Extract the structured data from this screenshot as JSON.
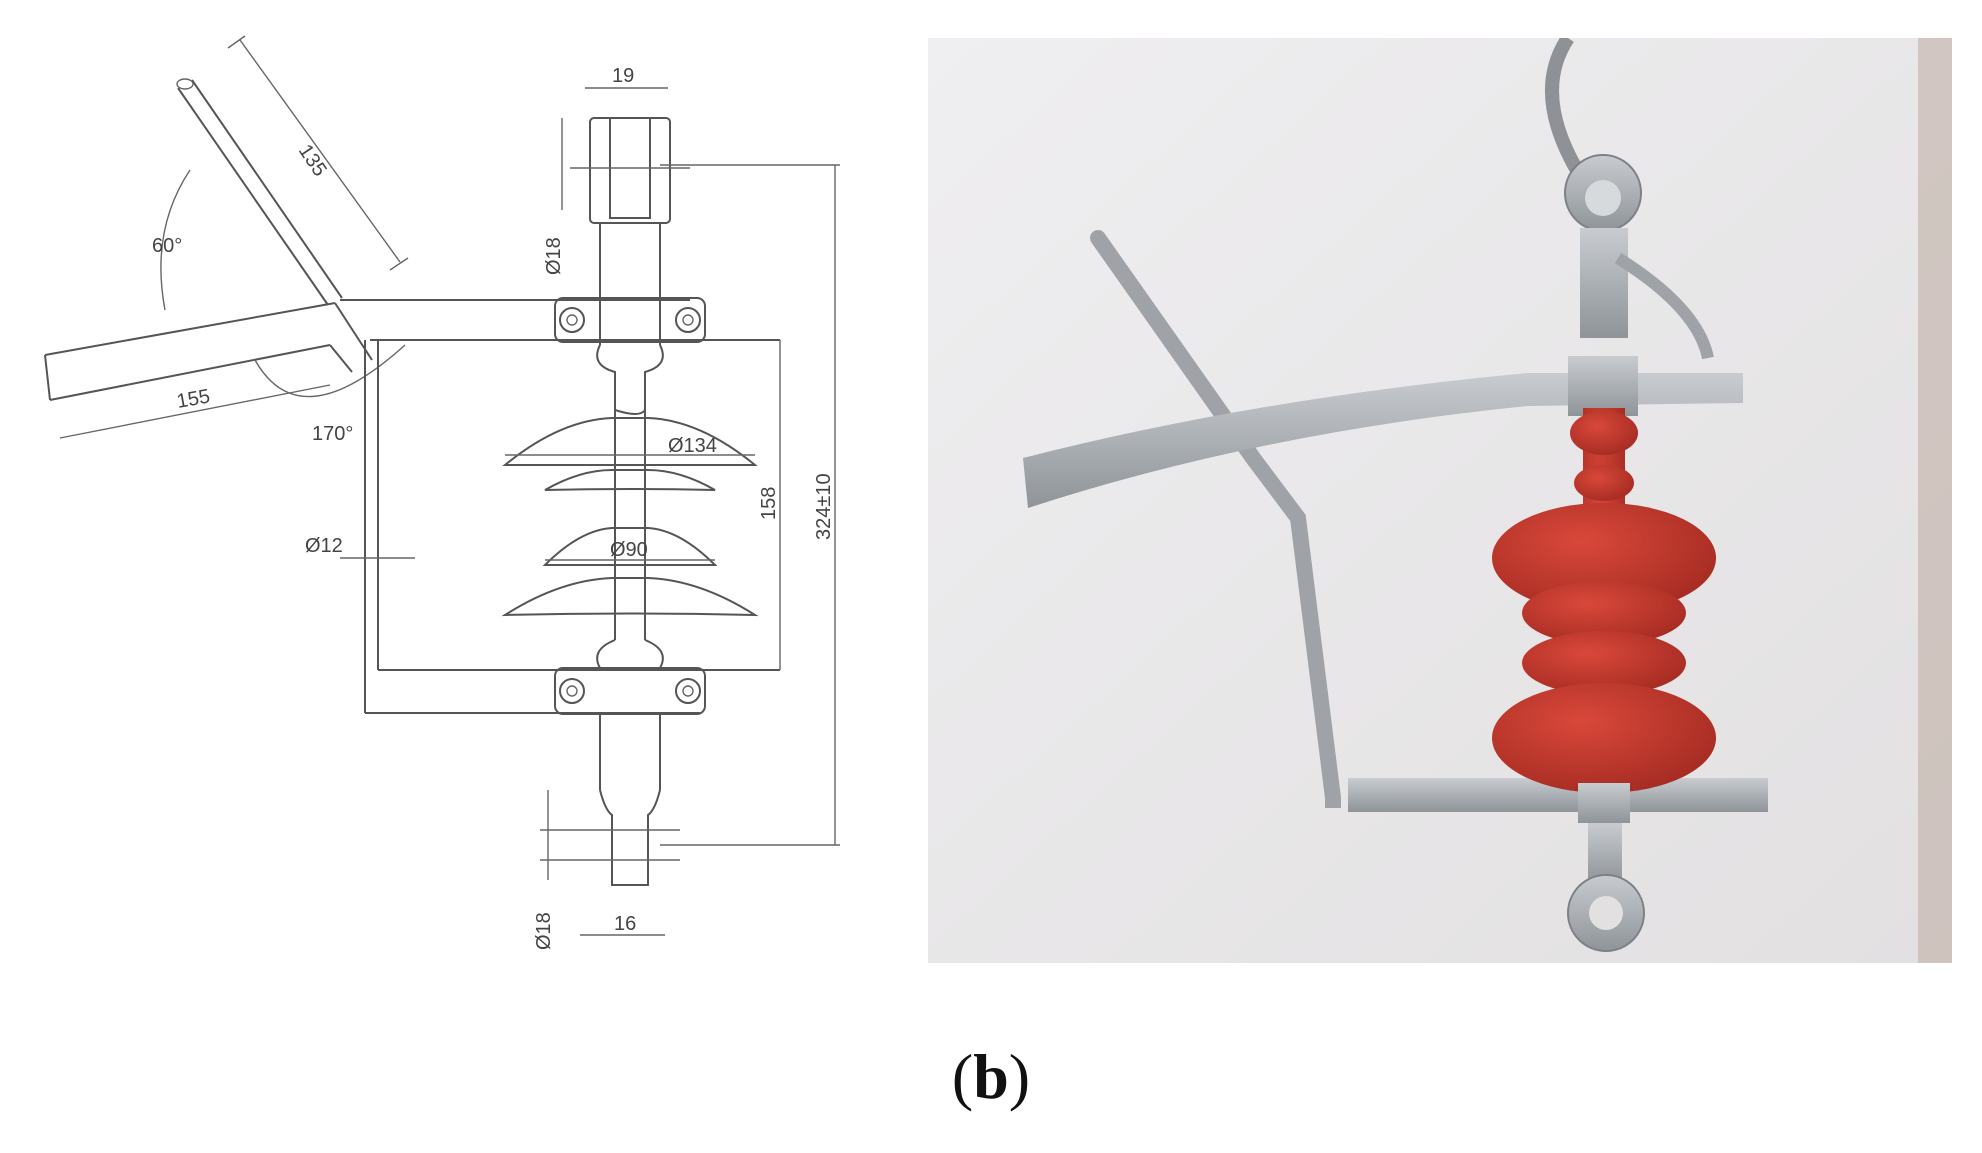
{
  "drawing": {
    "dimensions": {
      "top_clevis_width": "19",
      "arm_length": "135",
      "angle_upper": "60°",
      "arm_base_length": "155",
      "angle_lower": "170°",
      "pin_dia_top": "Ø18",
      "shed_large_dia": "Ø134",
      "shed_small_dia": "Ø90",
      "rod_dia": "Ø12",
      "insulation_height": "158",
      "overall_height": "324±10",
      "pin_dia_bottom": "Ø18",
      "bottom_width": "16"
    }
  },
  "photo": {
    "colors": {
      "background": "#e9e7e8",
      "silicone": "#c0392b",
      "steel": "#a9adb2"
    }
  },
  "caption": {
    "label": "b"
  }
}
